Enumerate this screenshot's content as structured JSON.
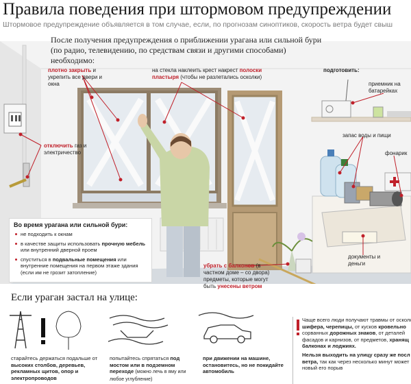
{
  "header": {
    "title": "Правила поведения при штормовом предупреждении",
    "subtitle": "Штормовое предупреждение объявляется в том случае, если, по прогнозам синоптиков, скорость ветра будет свыш"
  },
  "intro": "После получения предупреждения о приближении урагана или сильной бури (по радио, телевидению, по средствам связи и другими способами) необходимо:",
  "callouts": {
    "close_bold": "плотно закрыть",
    "close_rest": " и укрепить все двери и окна",
    "tape_pre": "на стекла наклеить крест накрест ",
    "tape_bold": "полоски пластыря",
    "tape_rest": " (чтобы не разлетались осколки)",
    "prepare_bold": "подготовить:",
    "radio": "приемник на батарейках",
    "gas_bold": "отключить",
    "gas_rest": " газ и электричество",
    "water": "запас воды и пищи",
    "flashlight": "фонарик",
    "docs": "документы и деньги",
    "balcony_bold": "убрать с балконов",
    "balcony_mid": " (в частном доме – со двора) предметы, которые могут быть ",
    "balcony_tail": "унесены ветром"
  },
  "during_panel": {
    "title": "Во время урагана или сильной бури:",
    "i1": "не подходить к окнам",
    "i2_pre": "в качестве защиты использовать ",
    "i2_bold": "прочную мебель",
    "i2_rest": " или внутренний дверной проем",
    "i3_pre": "спуститься в ",
    "i3_bold": "подвальные помещения",
    "i3_rest": " или внутренние помещения на первом этаже здания (если им не грозит затопление)"
  },
  "street": {
    "title": "Если ураган застал на улице:",
    "t1_pre": "старайтесь держаться подальше от ",
    "t1_bold": "высоких столбов, деревьев, рекламных щитов, опор и электропроводов",
    "t2_pre": "попытайтесь спрятаться ",
    "t2_bold": "под мостом или в подземном переходе",
    "t2_mid": " (",
    "t2_small": "можно лечь в яму или любое углубление",
    "t2_end": ")",
    "t3_bold": "при движении на машине, остановитесь, но не покидайте автомобиль"
  },
  "warning": {
    "p1_a": "Чаще всего люди получают травмы от осколк",
    "p1_b_bold": "шифера, черепицы,",
    "p1_c": " от кусков ",
    "p1_d_bold": "кровельно",
    "p1_e": "сорванных ",
    "p1_f_bold": "дорожных знаков",
    "p1_g": ", от деталей",
    "p1_h": "фасадов и карнизов, от предметов, ",
    "p1_i_bold": "хранящ",
    "p1_j_bold": "балконах и лоджиях.",
    "p2_bold": "Нельзя выходить на улицу сразу же посл",
    "p2_bold2": "ветра,",
    "p2_rest": " так как через несколько минут может",
    "p2_rest2": "новый его порыв"
  },
  "colors": {
    "accent_red": "#c0202a",
    "wall": "#eeeeee",
    "floor": "#d9dde2"
  }
}
